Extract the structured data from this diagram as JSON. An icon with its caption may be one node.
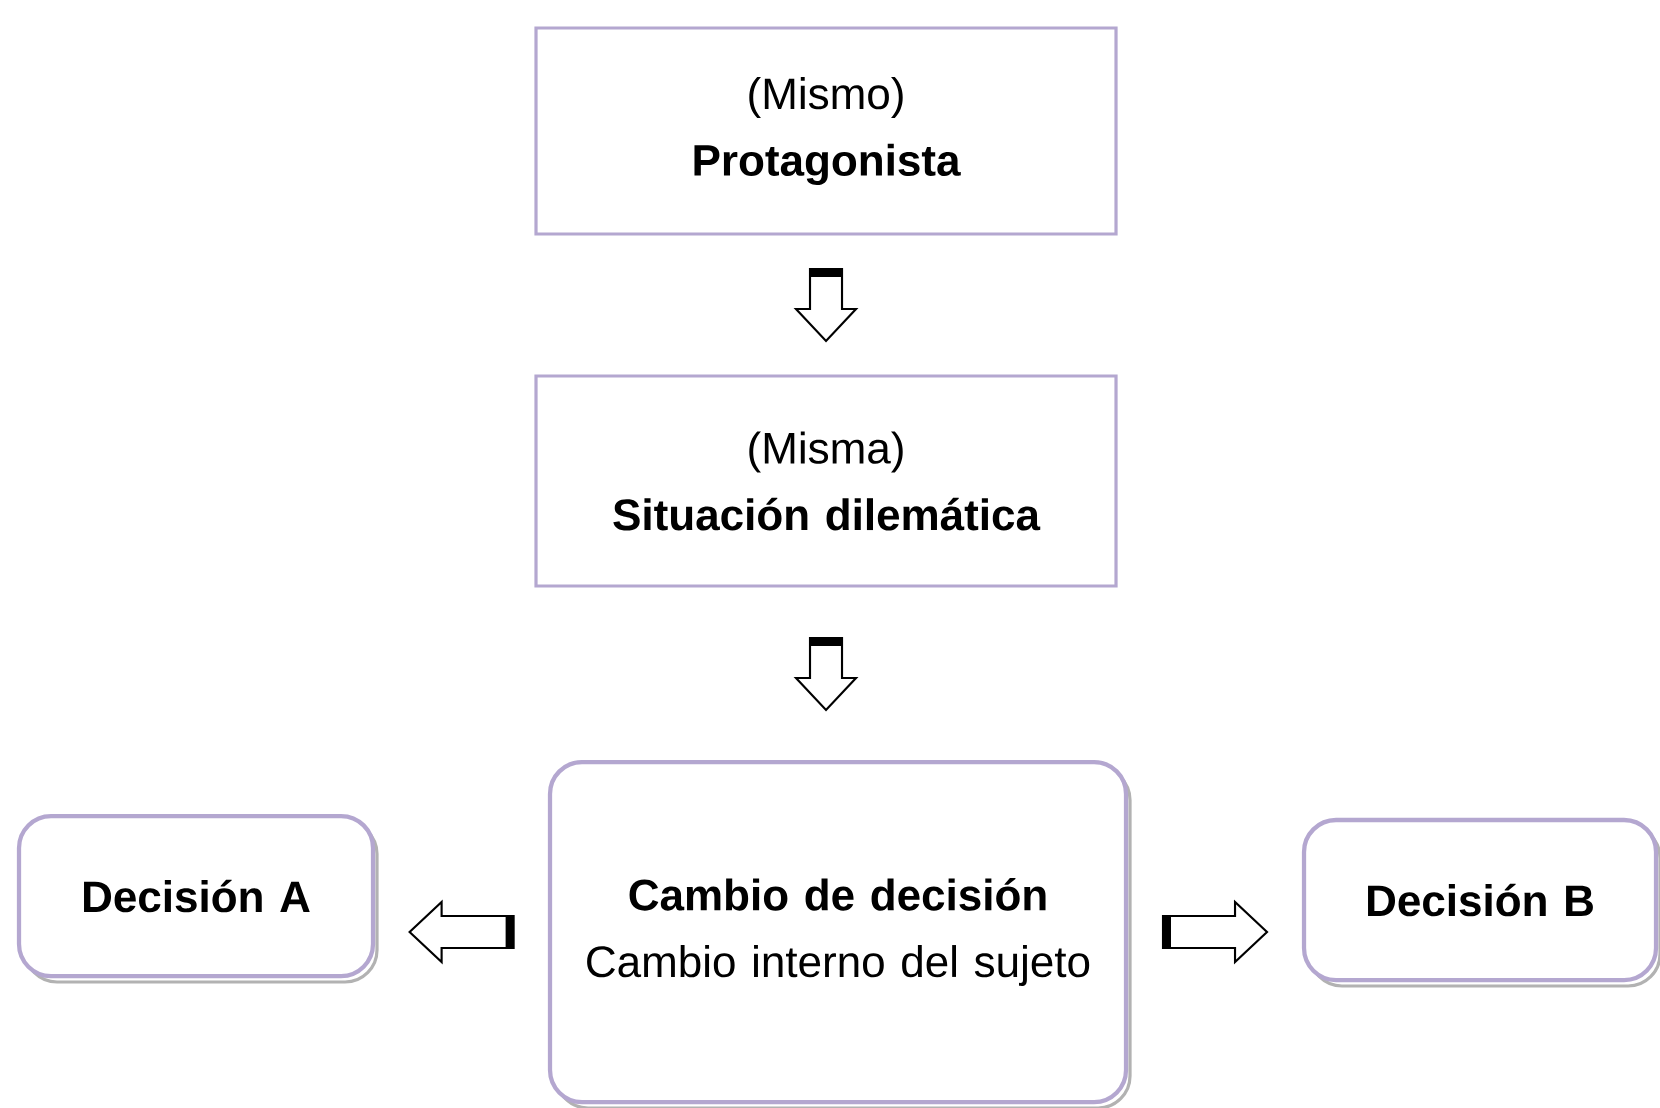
{
  "diagram": {
    "nodes": [
      {
        "text": [
          "(Mismo)",
          "Protagonista"
        ]
      },
      {
        "text": [
          "(Misma)",
          "Situación dilemática"
        ]
      },
      {
        "text": [
          "Cambio de decisión",
          "Cambio interno del sujeto"
        ]
      },
      {
        "text": [
          "Decisión A"
        ]
      },
      {
        "text": [
          "Decisión B"
        ]
      }
    ],
    "edges": [
      {
        "from": 0,
        "to": 1,
        "arrow": "to"
      },
      {
        "from": 1,
        "to": 2,
        "arrow": "to"
      },
      {
        "from": 2,
        "to": 3,
        "arrow": "to"
      },
      {
        "from": 2,
        "to": 4,
        "arrow": "to"
      }
    ]
  }
}
